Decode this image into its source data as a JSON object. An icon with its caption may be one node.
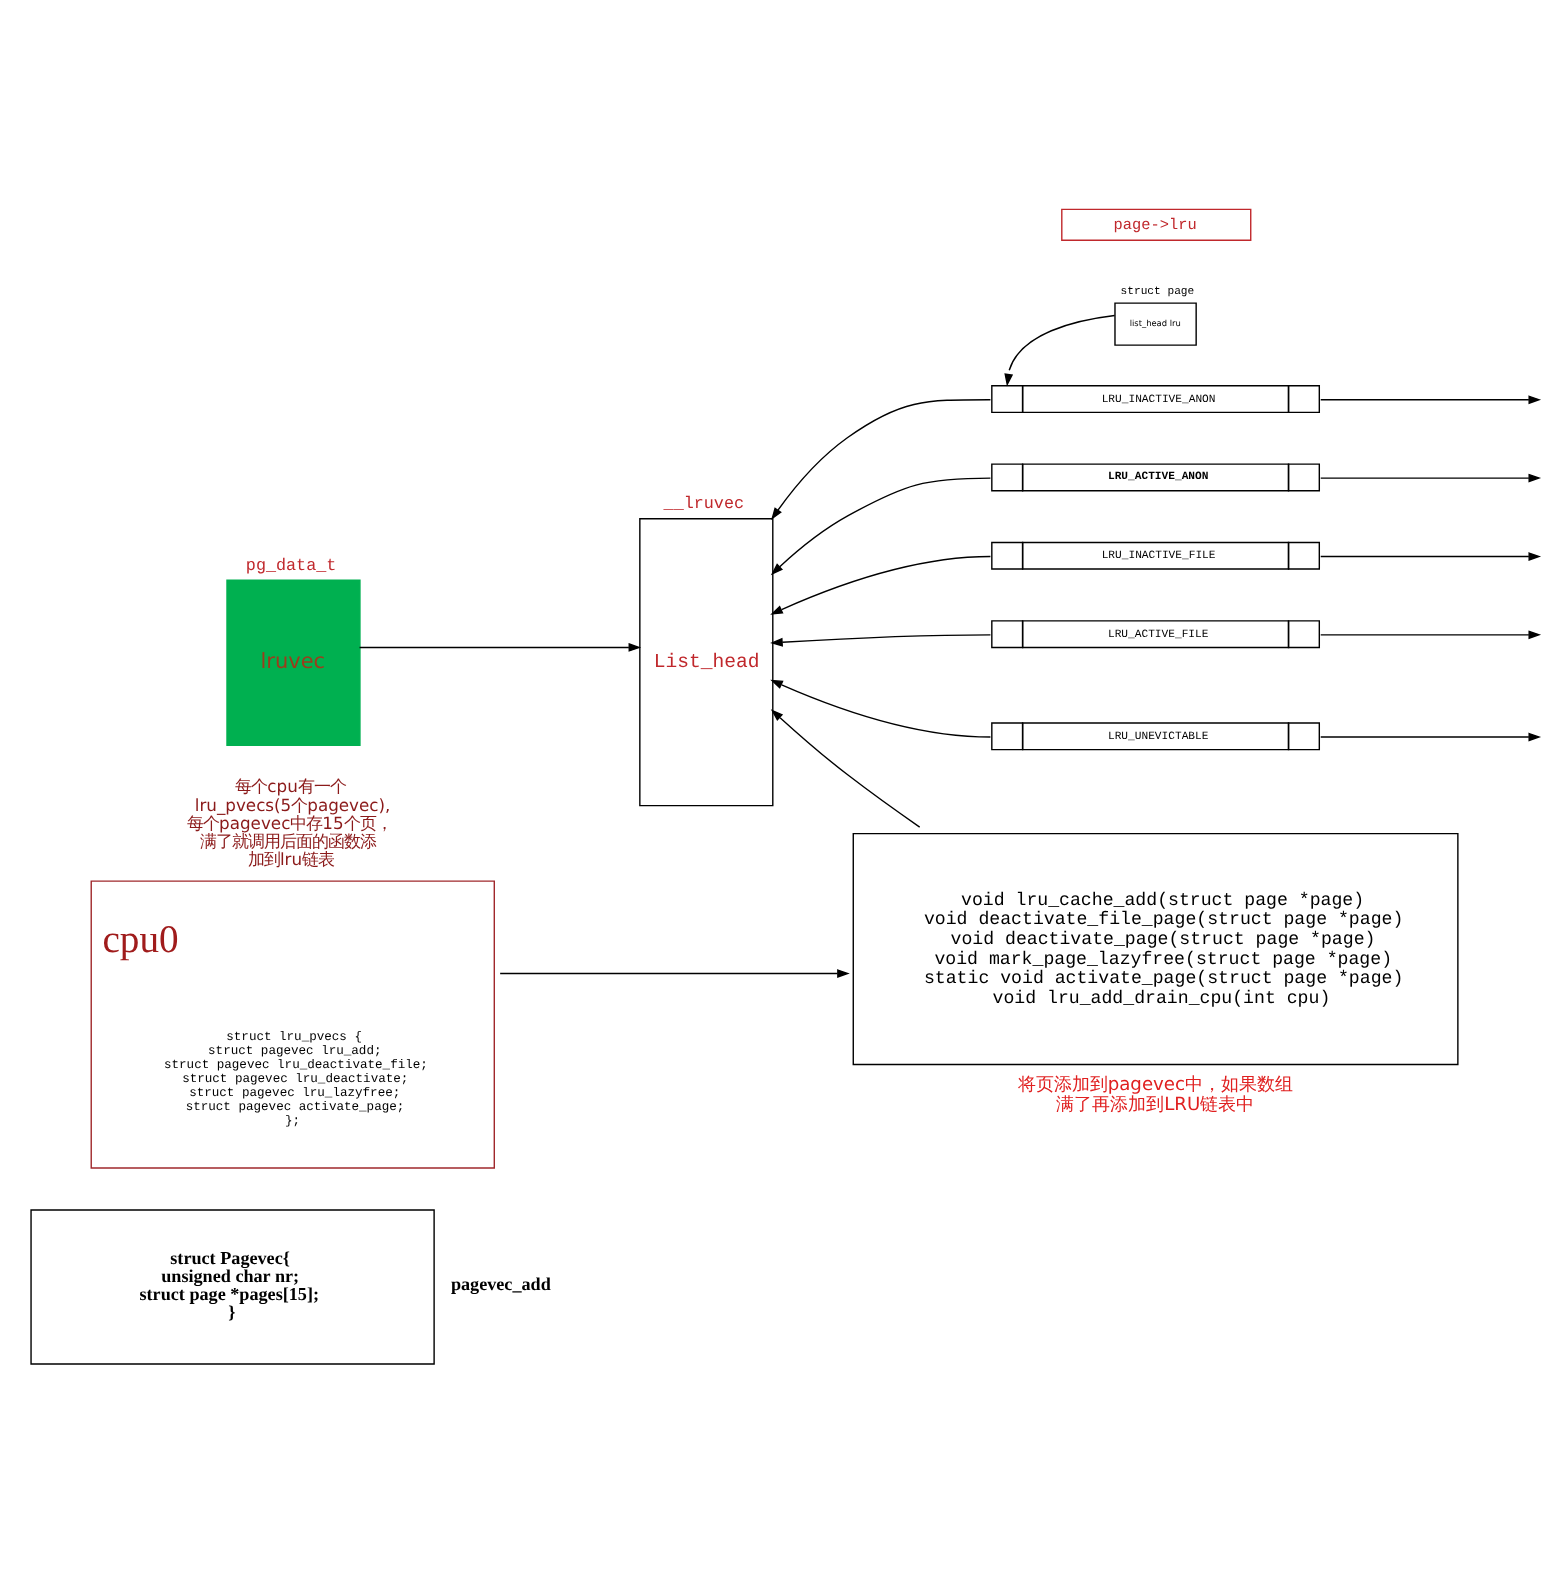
{
  "diagram": {
    "nodes": [
      {
        "text": [
          "pg_data_t",
          "lruvec"
        ]
      },
      {
        "text": [
          "struct page",
          "list_head lru"
        ]
      },
      {
        "text": [
          "__lruvec",
          "List_head"
        ]
      },
      {
        "text": [
          "page->lru"
        ]
      },
      {
        "text": [
          "LRU_INACTIVE_ANON"
        ]
      },
      {
        "text": [
          "LRU_ACTIVE_ANON"
        ]
      },
      {
        "text": [
          "LRU_INACTIVE_FILE"
        ]
      },
      {
        "text": [
          "LRU_ACTIVE_FILE"
        ]
      },
      {
        "text": [
          "LRU_UNEVICTABLE"
        ]
      },
      {
        "text": [
          "cpu0",
          "struct lru_pvecs {",
          "struct pagevec lru_add;",
          "struct pagevec lru_deactivate_file;",
          "struct pagevec lru_deactivate;",
          "struct pagevec lru_lazyfree;",
          "struct pagevec activate_page;",
          "};"
        ],
        "beside": [
          "每个cpu有一个lru_pvecs(5个pagevec),每个pagevec中存15个页，满了就调用后面的函数添加到lru链表"
        ]
      },
      {
        "text": [
          "struct Pagevec{",
          "unsigned char nr;",
          "struct page *pages[15];",
          "}"
        ],
        "beside": [
          "pagevec_add"
        ]
      },
      {
        "text": [
          "void lru_cache_add(struct page *page)",
          "void deactivate_file_page(struct page *page)",
          "void deactivate_page(struct page *page)",
          "void mark_page_lazyfree(struct page *page)",
          "static void activate_page(struct page *page)",
          "void lru_add_drain_cpu(int cpu)"
        ],
        "beside": [
          "将页添加到pagevec中，如果数组满了再添加到LRU链表中"
        ]
      }
    ],
    "edges": [
      {
        "from": 0,
        "to": 2,
        "arrow": "to"
      },
      {
        "from": 1,
        "to": 4,
        "arrow": "to"
      },
      {
        "from": 4,
        "to": 2,
        "arrow": "to"
      },
      {
        "from": 4,
        "to": null,
        "arrow": "to"
      },
      {
        "from": 5,
        "to": 2,
        "arrow": "to"
      },
      {
        "from": 5,
        "to": null,
        "arrow": "to"
      },
      {
        "from": 6,
        "to": 2,
        "arrow": "to"
      },
      {
        "from": 6,
        "to": null,
        "arrow": "to"
      },
      {
        "from": 7,
        "to": 2,
        "arrow": "to"
      },
      {
        "from": 7,
        "to": null,
        "arrow": "to"
      },
      {
        "from": 8,
        "to": 2,
        "arrow": "to"
      },
      {
        "from": 8,
        "to": null,
        "arrow": "to"
      },
      {
        "from": 9,
        "to": 11,
        "arrow": "to"
      },
      {
        "from": 11,
        "to": 2,
        "arrow": "to"
      }
    ]
  }
}
